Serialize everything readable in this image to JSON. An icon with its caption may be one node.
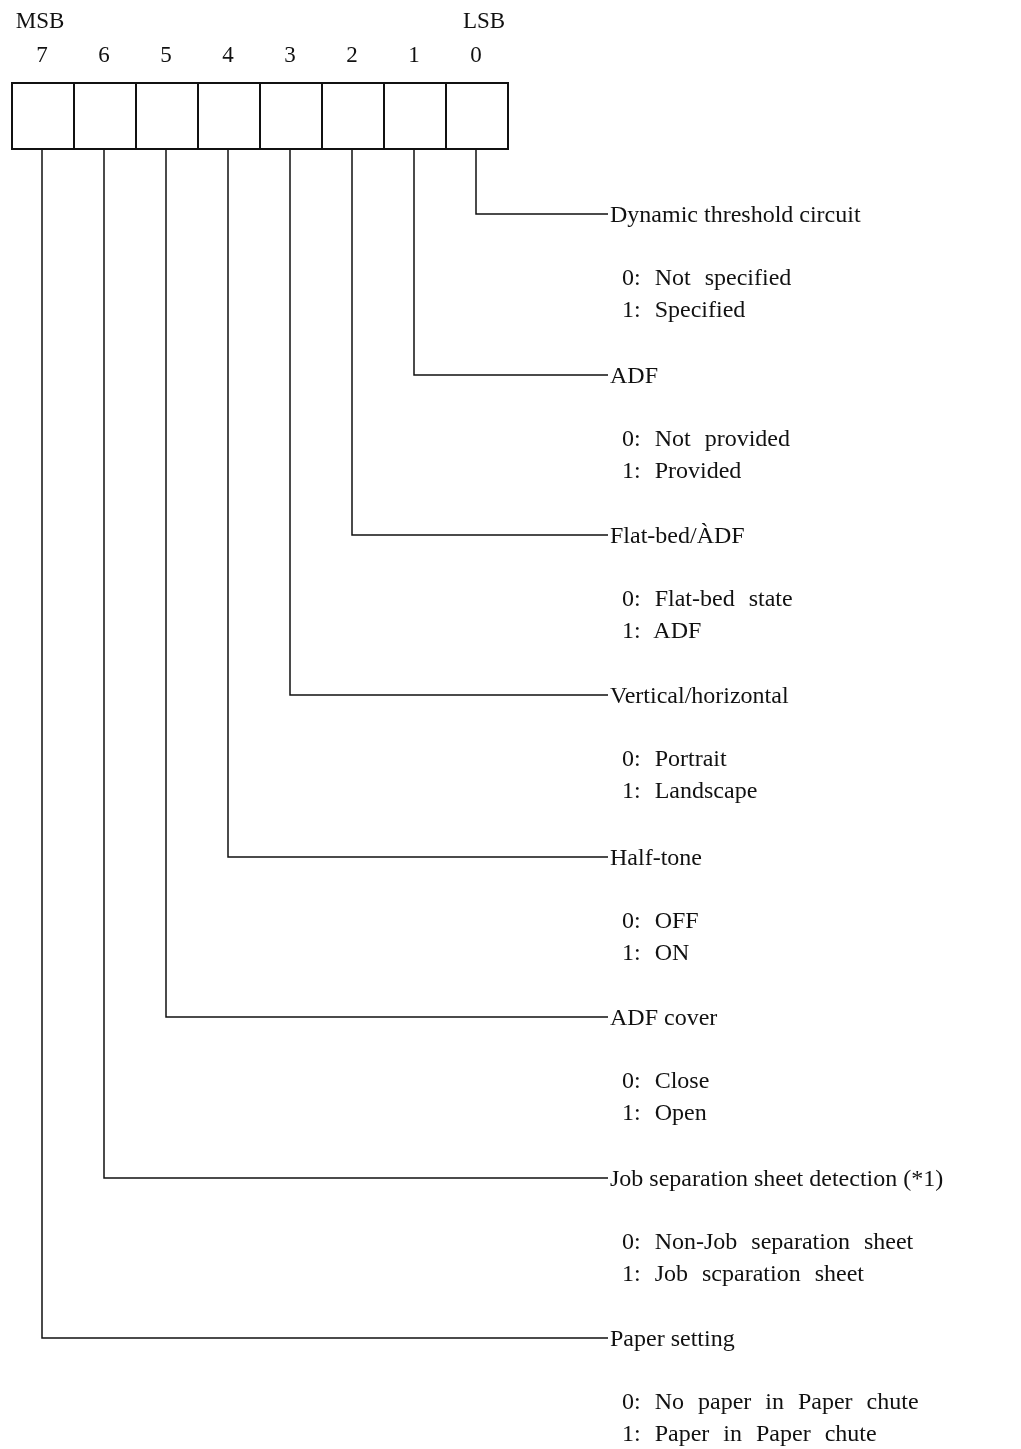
{
  "diagram": {
    "nodes": [
      {
        "text": [],
        "shape": "box"
      },
      {
        "text": [],
        "shape": "box"
      },
      {
        "text": [],
        "shape": "box"
      },
      {
        "text": [],
        "shape": "box"
      },
      {
        "text": [],
        "shape": "box"
      },
      {
        "text": [],
        "shape": "box"
      },
      {
        "text": [],
        "shape": "box"
      },
      {
        "text": [],
        "shape": "box"
      },
      {
        "text": [
          "Dynamic threshold circuit",
          "0: Not specified",
          "1: Specified"
        ]
      },
      {
        "text": [
          "ADF",
          "0: Not provided",
          "1: Provided"
        ]
      },
      {
        "text": [
          "Flat-bed/ÀDF",
          "0: Flat-bed state",
          "1: ADF"
        ]
      },
      {
        "text": [
          "Vertical/horizontal",
          "0: Portrait",
          "1: Landscape"
        ]
      },
      {
        "text": [
          "Half-tone",
          "0: OFF",
          "1: ON"
        ]
      },
      {
        "text": [
          "ADF cover",
          "0: Close",
          "1: Open"
        ]
      },
      {
        "text": [
          "Job separation sheet detection (*1)",
          "0: Non-Job separation sheet",
          "1: Job scparation sheet"
        ]
      },
      {
        "text": [
          "Paper setting",
          "0: No paper in Paper chute",
          "1: Paper in Paper chute"
        ]
      }
    ],
    "edges": [
      {
        "from": 7,
        "to": 8,
        "arrow": "none"
      },
      {
        "from": 6,
        "to": 9,
        "arrow": "none"
      },
      {
        "from": 5,
        "to": 10,
        "arrow": "none"
      },
      {
        "from": 4,
        "to": 11,
        "arrow": "none"
      },
      {
        "from": 3,
        "to": 12,
        "arrow": "none"
      },
      {
        "from": 2,
        "to": 13,
        "arrow": "none"
      },
      {
        "from": 1,
        "to": 14,
        "arrow": "none"
      },
      {
        "from": 0,
        "to": 15,
        "arrow": "none"
      }
    ],
    "labels": [
      "MSB",
      "LSB",
      "7",
      "6",
      "5",
      "4",
      "3",
      "2",
      "1",
      "0"
    ]
  }
}
